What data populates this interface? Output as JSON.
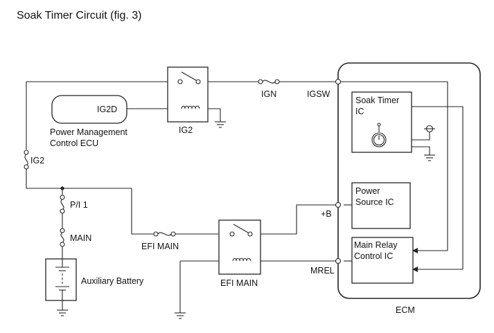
{
  "title": "Soak Timer Circuit (fig. 3)",
  "components": {
    "pmc_ecu": {
      "pin": "IG2D",
      "label_line1": "Power Management",
      "label_line2": "Control ECU"
    },
    "ig2_relay": {
      "label": "IG2"
    },
    "ign_fuse": {
      "label": "IGN"
    },
    "ig2_fuse": {
      "label": "IG2"
    },
    "pi1_fuse": {
      "label": "P/I 1"
    },
    "main_fuse": {
      "label": "MAIN"
    },
    "efi_main_fuse": {
      "label": "EFI MAIN"
    },
    "efi_main_relay": {
      "label": "EFI MAIN"
    },
    "battery": {
      "label": "Auxiliary Battery"
    },
    "ecm": {
      "label": "ECM",
      "pins": {
        "igsw": "IGSW",
        "plus_b": "+B",
        "mrel": "MREL"
      },
      "soak_timer_ic": {
        "line1": "Soak Timer",
        "line2": "IC"
      },
      "power_source_ic": {
        "line1": "Power",
        "line2": "Source IC"
      },
      "main_relay_ic": {
        "line1": "Main Relay",
        "line2": "Control IC"
      }
    }
  }
}
